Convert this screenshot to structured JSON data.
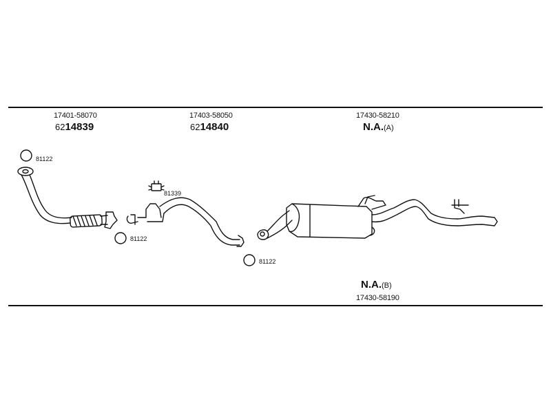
{
  "groups": [
    {
      "part": "17401-58070",
      "ref_prefix": "62",
      "ref_number": "14839"
    },
    {
      "part": "17403-58050",
      "ref_prefix": "62",
      "ref_number": "14840"
    },
    {
      "part": "17430-58210",
      "ref_text": "N.A.",
      "ref_suffix": "(A)"
    }
  ],
  "bottom": {
    "ref_text": "N.A.",
    "ref_suffix": "(B)",
    "part": "17430-58190"
  },
  "callouts": {
    "gasket_top_left": "81122",
    "gasket_mid_left": "81122",
    "gasket_center": "81122",
    "clamp": "81339"
  }
}
